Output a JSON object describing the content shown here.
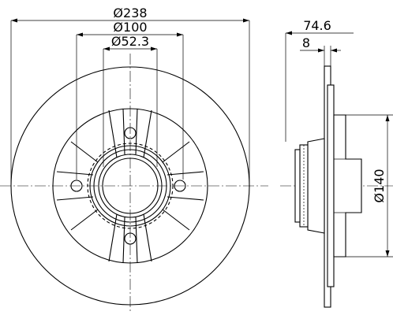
{
  "drawing": {
    "front_view": {
      "dim_outer_diameter": "Ø238",
      "dim_bolt_circle": "Ø100",
      "dim_center_bore": "Ø52.3"
    },
    "side_view": {
      "dim_total_height": "74.6",
      "dim_disc_thickness": "8",
      "dim_hub_diameter": "Ø140"
    },
    "colors": {
      "line": "#000000",
      "background": "#ffffff"
    }
  }
}
